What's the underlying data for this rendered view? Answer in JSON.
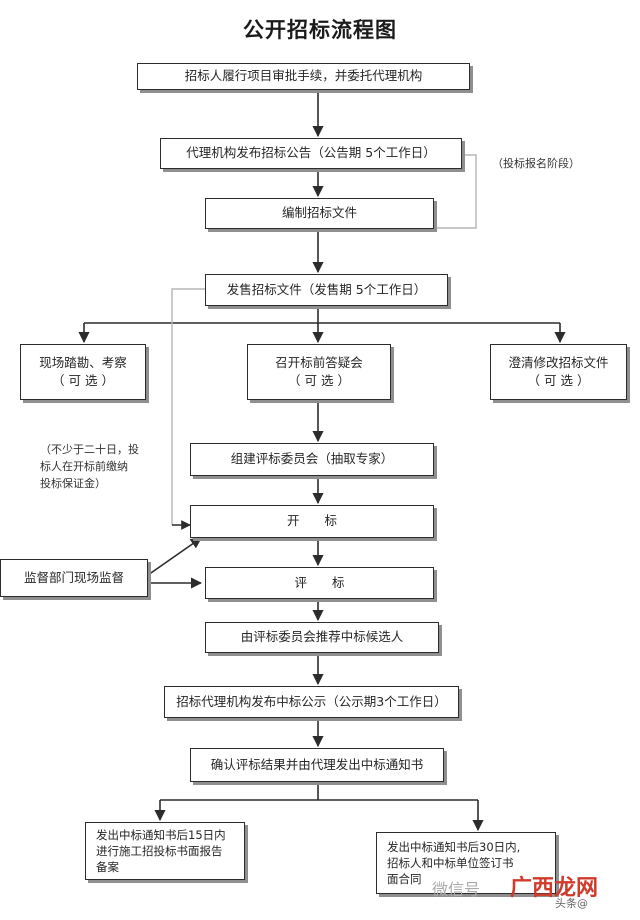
{
  "title": "公开招标流程图",
  "steps": {
    "s1": "招标人履行项目审批手续，并委托代理机构",
    "s2": "代理机构发布招标公告（公告期 5个工作日）",
    "s3": "编制招标文件",
    "s4": "发售招标文件（发售期 5个工作日）",
    "branch_left_line1": "现场踏勘、考察",
    "branch_left_line2": "（ 可 选 ）",
    "branch_mid_line1": "召开标前答疑会",
    "branch_mid_line2": "（ 可 选 ）",
    "branch_right_line1": "澄清修改招标文件",
    "branch_right_line2": "（ 可 选 ）",
    "s5": "组建评标委员会（抽取专家）",
    "s6": "开　　标",
    "s7": "评　　标",
    "s8": "由评标委员会推荐中标候选人",
    "s9": "招标代理机构发布中标公示（公示期3个工作日）",
    "s10": "确认评标结果并由代理发出中标通知书",
    "final_left_line1": "发出中标通知书后15日内",
    "final_left_line2": "进行施工招投标书面报告",
    "final_left_line3": "备案",
    "final_right_line1": "发出中标通知书后30日内,",
    "final_right_line2": "招标人和中标单位签订书",
    "final_right_line3": "面合同"
  },
  "notes": {
    "bid_stage": "（投标报名阶段）",
    "deposit_line1": "（不少于二十日，投",
    "deposit_line2": "标人在开标前缴纳",
    "deposit_line3": "投标保证金）",
    "supervision": "监督部门现场监督"
  },
  "watermark": {
    "prefix": "微信号",
    "brand": "广西龙网",
    "source": "头条@"
  },
  "colors": {
    "line": "#2c2c2c",
    "feedback_line": "#b5b5b5",
    "watermark_brand": "#d03a2b"
  }
}
